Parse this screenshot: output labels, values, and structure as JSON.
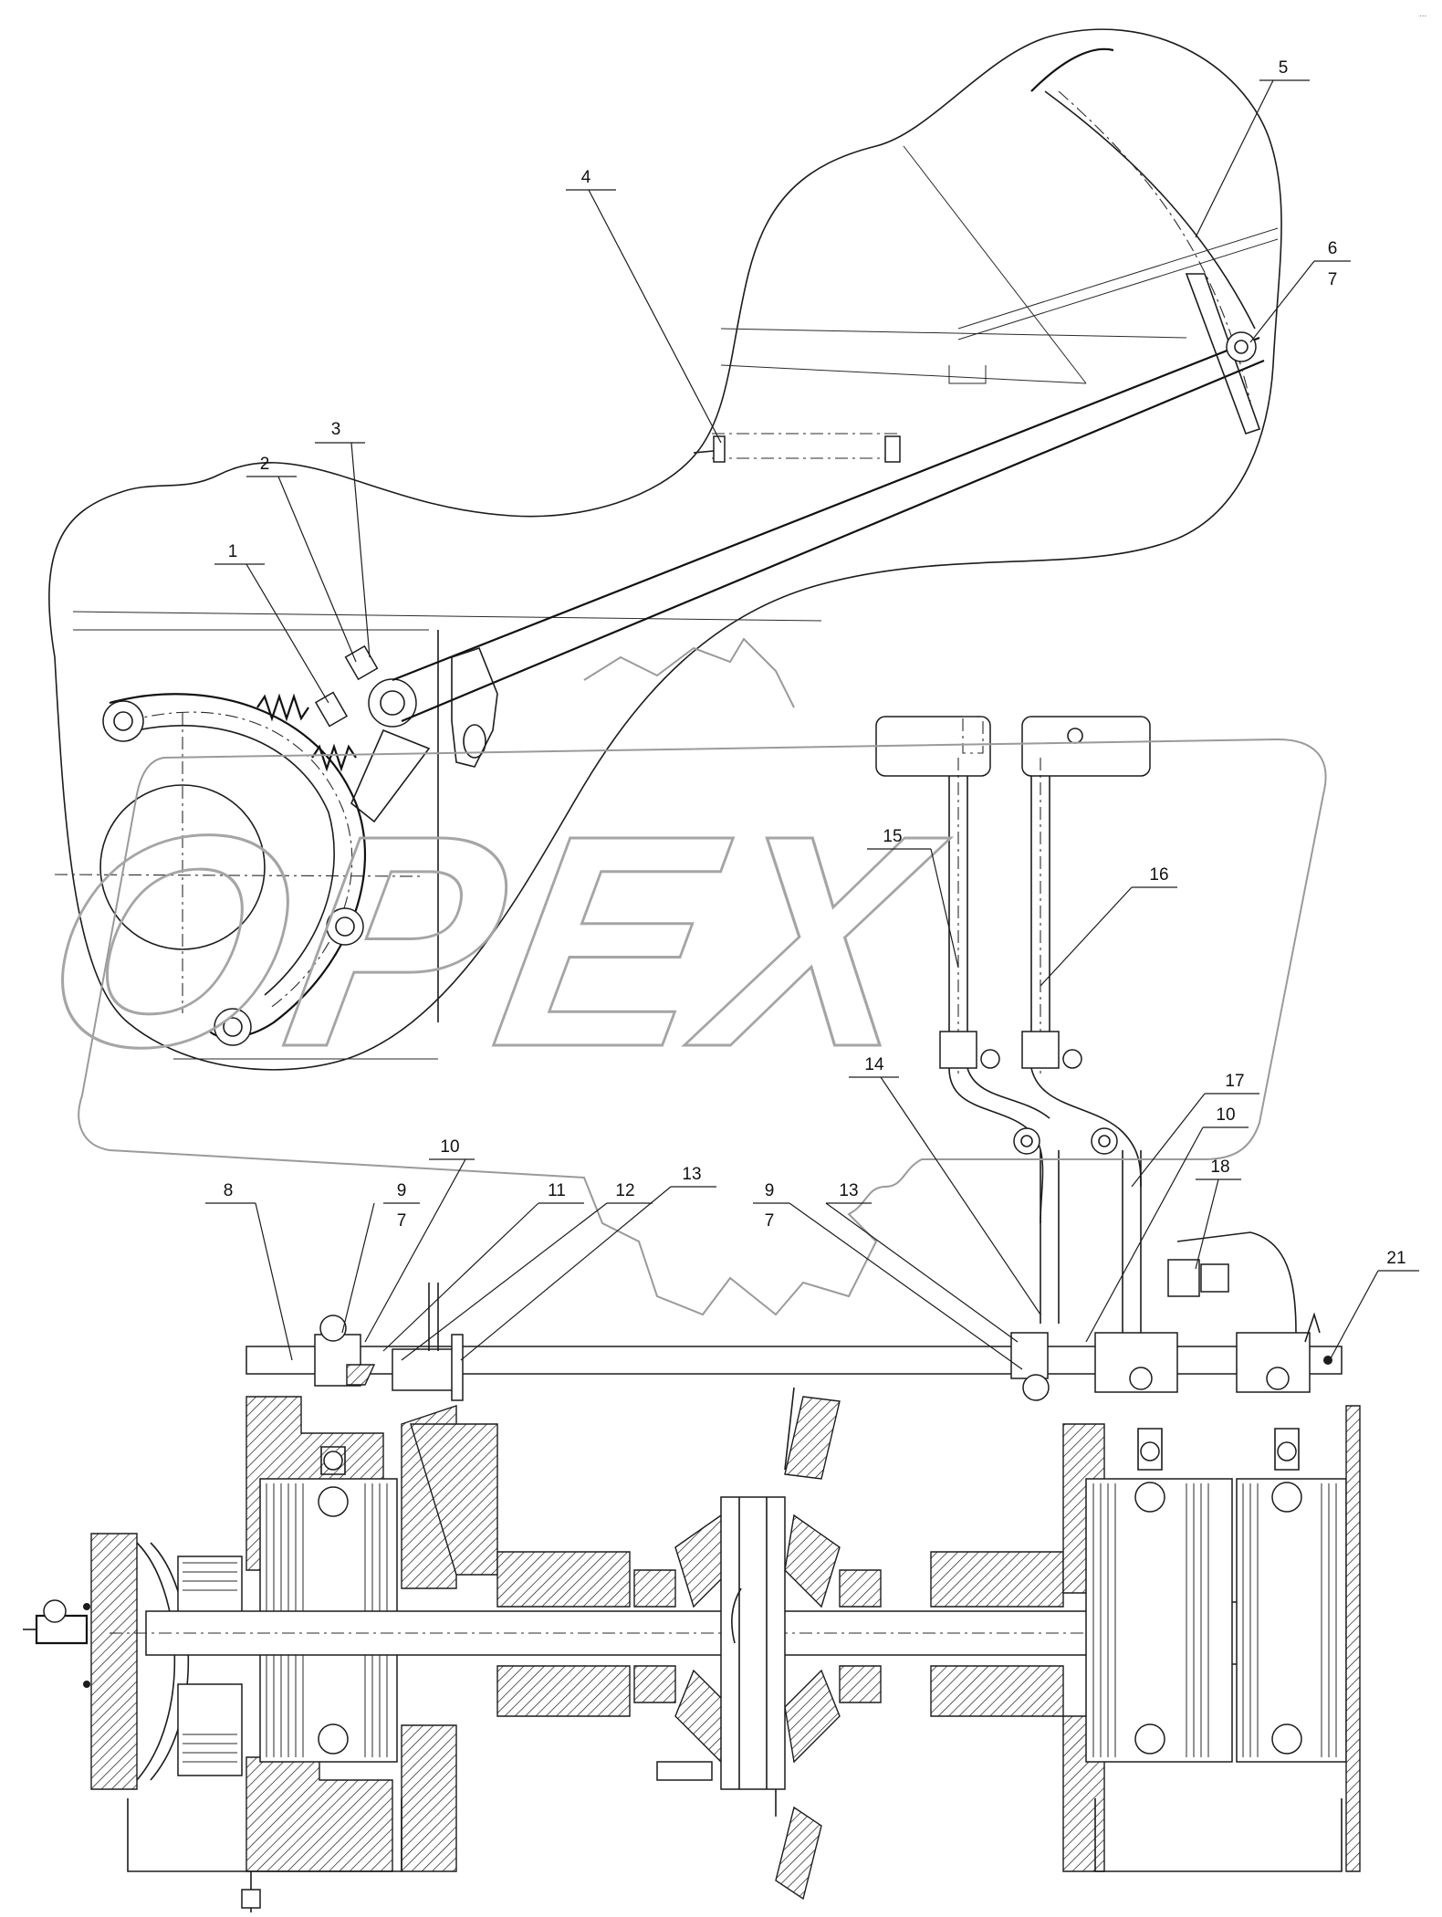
{
  "watermark": {
    "text": "OPEX"
  },
  "corner_mark": "...",
  "callouts": [
    {
      "id": "1",
      "label": "1"
    },
    {
      "id": "2",
      "label": "2"
    },
    {
      "id": "3",
      "label": "3"
    },
    {
      "id": "4",
      "label": "4"
    },
    {
      "id": "5",
      "label": "5"
    },
    {
      "id": "6",
      "label": "6"
    },
    {
      "id": "7a",
      "label": "7"
    },
    {
      "id": "15",
      "label": "15"
    },
    {
      "id": "16",
      "label": "16"
    },
    {
      "id": "14",
      "label": "14"
    },
    {
      "id": "17",
      "label": "17"
    },
    {
      "id": "10a",
      "label": "10"
    },
    {
      "id": "10b",
      "label": "10"
    },
    {
      "id": "18",
      "label": "18"
    },
    {
      "id": "8",
      "label": "8"
    },
    {
      "id": "9a",
      "label": "9"
    },
    {
      "id": "7b",
      "label": "7"
    },
    {
      "id": "11",
      "label": "11"
    },
    {
      "id": "12",
      "label": "12"
    },
    {
      "id": "13a",
      "label": "13"
    },
    {
      "id": "9b",
      "label": "9"
    },
    {
      "id": "7c",
      "label": "7"
    },
    {
      "id": "13b",
      "label": "13"
    },
    {
      "id": "21",
      "label": "21"
    }
  ]
}
